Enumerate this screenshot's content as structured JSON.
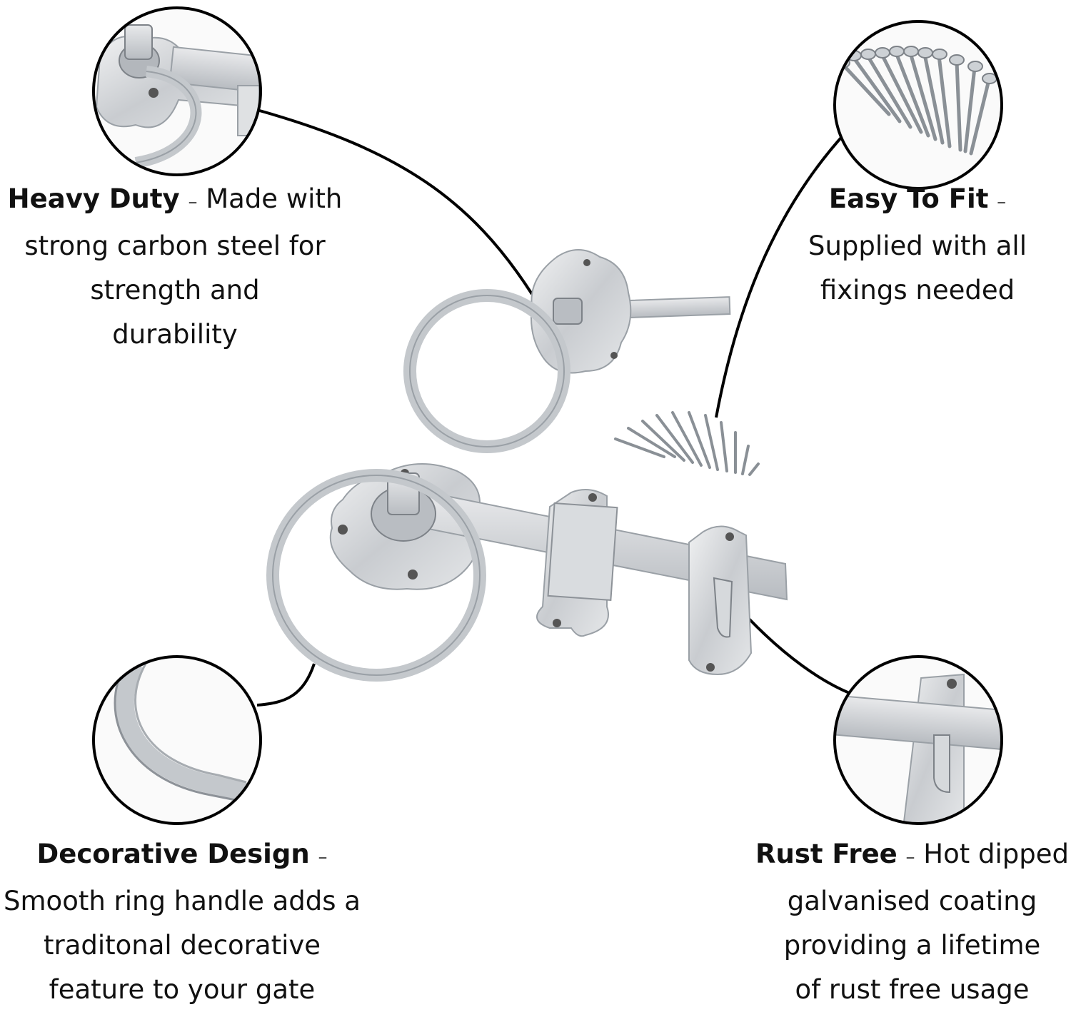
{
  "features": {
    "heavy_duty": {
      "title": "Heavy Duty",
      "dash": "–",
      "lines": [
        "Made with",
        "strong carbon steel for",
        "strength and",
        "durability"
      ]
    },
    "easy_to_fit": {
      "title": "Easy To Fit",
      "dash": "–",
      "lines": [
        "Supplied with all",
        "fixings needed"
      ]
    },
    "decorative_design": {
      "title": "Decorative Design",
      "dash": "–",
      "lines": [
        "Smooth ring handle adds a",
        "traditonal decorative",
        "feature to your gate"
      ]
    },
    "rust_free": {
      "title": "Rust Free",
      "dash": "–",
      "lines": [
        "Hot dipped",
        "galvanised coating",
        "providing a lifetime",
        "of rust free usage"
      ]
    }
  },
  "colors": {
    "metal_light": "#e4e6e8",
    "metal_mid": "#c9ccd0",
    "metal_dark": "#8d9298",
    "outline": "#000000"
  },
  "icons": [
    "ring-handle-zoom",
    "screws-zoom",
    "ring-curve-zoom",
    "keep-hook-zoom",
    "ring-latch",
    "screw-set"
  ]
}
